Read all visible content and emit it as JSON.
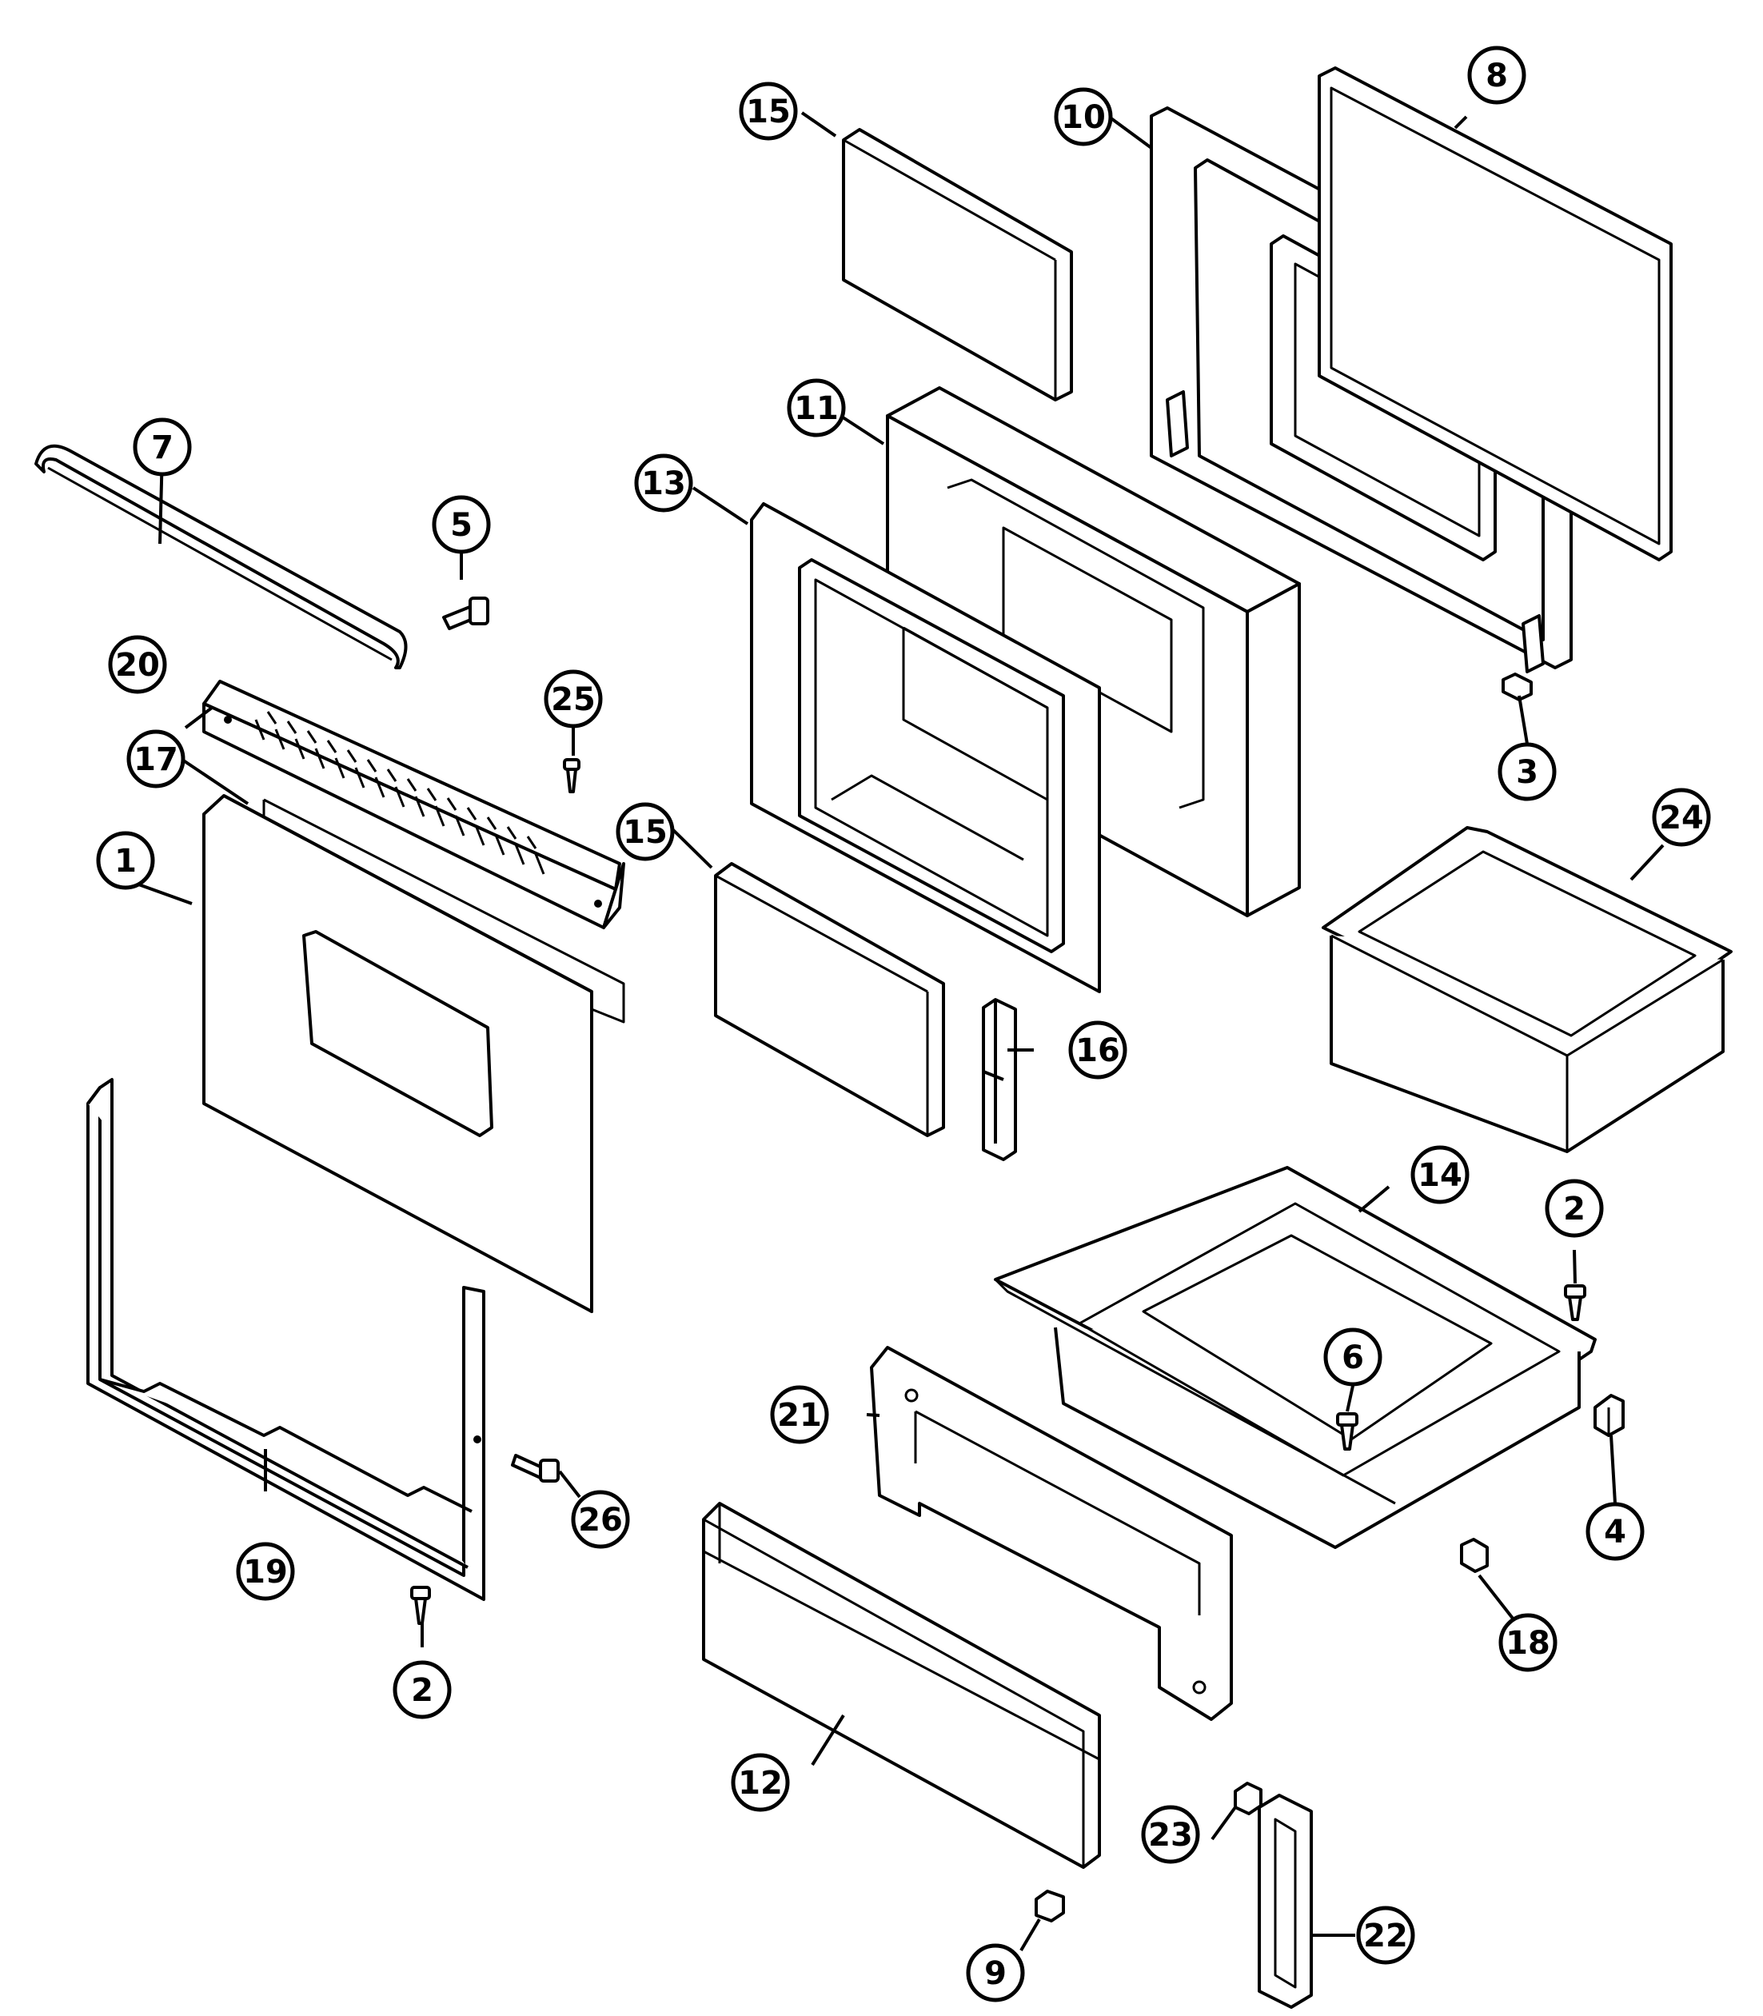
{
  "diagram": {
    "line_color": "#000000",
    "background": "#ffffff",
    "callouts": [
      {
        "id": "c1",
        "label": "1"
      },
      {
        "id": "c2a",
        "label": "2"
      },
      {
        "id": "c2b",
        "label": "2"
      },
      {
        "id": "c3",
        "label": "3"
      },
      {
        "id": "c4",
        "label": "4"
      },
      {
        "id": "c5",
        "label": "5"
      },
      {
        "id": "c6",
        "label": "6"
      },
      {
        "id": "c7",
        "label": "7"
      },
      {
        "id": "c8",
        "label": "8"
      },
      {
        "id": "c9",
        "label": "9"
      },
      {
        "id": "c10",
        "label": "10"
      },
      {
        "id": "c11",
        "label": "11"
      },
      {
        "id": "c12",
        "label": "12"
      },
      {
        "id": "c13",
        "label": "13"
      },
      {
        "id": "c14",
        "label": "14"
      },
      {
        "id": "c15a",
        "label": "15"
      },
      {
        "id": "c15b",
        "label": "15"
      },
      {
        "id": "c16",
        "label": "16"
      },
      {
        "id": "c17",
        "label": "17"
      },
      {
        "id": "c18",
        "label": "18"
      },
      {
        "id": "c19",
        "label": "19"
      },
      {
        "id": "c20",
        "label": "20"
      },
      {
        "id": "c21",
        "label": "21"
      },
      {
        "id": "c22",
        "label": "22"
      },
      {
        "id": "c23",
        "label": "23"
      },
      {
        "id": "c24",
        "label": "24"
      },
      {
        "id": "c25",
        "label": "25"
      },
      {
        "id": "c26",
        "label": "26"
      }
    ]
  }
}
